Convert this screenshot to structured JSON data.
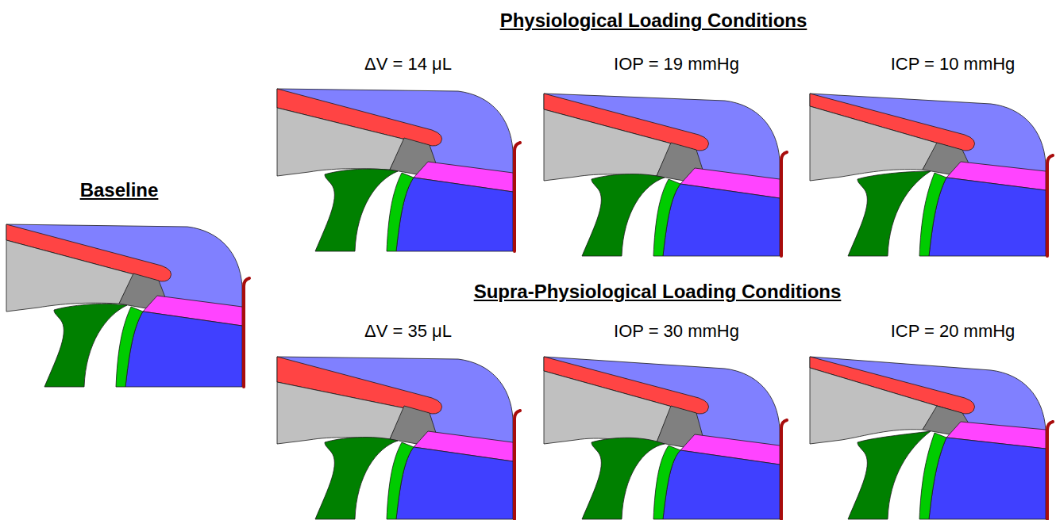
{
  "diagram": {
    "labels": [
      "Physiological Loading Conditions",
      "Baseline",
      "ΔV = 14 μL",
      "IOP = 19 mmHg",
      "ICP = 10 mmHg",
      "Supra-Physiological Loading Conditions",
      "ΔV = 35 μL",
      "IOP = 30 mmHg",
      "ICP = 20 mmHg"
    ]
  }
}
